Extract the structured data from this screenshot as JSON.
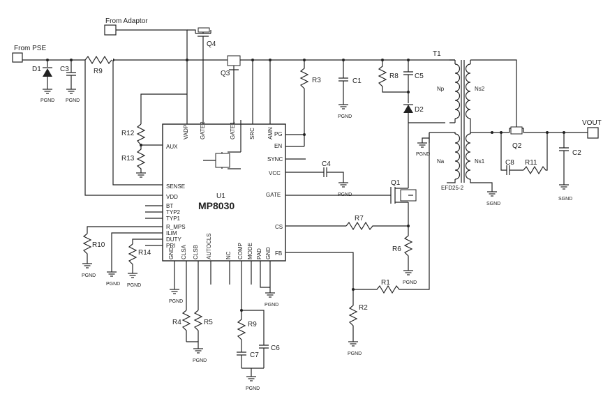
{
  "ports": {
    "from_pse": "From PSE",
    "from_adaptor": "From Adaptor",
    "vout": "VOUT"
  },
  "ic": {
    "ref": "U1",
    "part": "MP8030",
    "pins_top": [
      "VADP",
      "GATE2",
      "GATE1",
      "SRC",
      "AMN"
    ],
    "pins_right": [
      "PG",
      "EN",
      "SYNC",
      "VCC",
      "GATE",
      "CS",
      "FB"
    ],
    "pins_left": [
      "AUX",
      "SENSE",
      "VDD",
      "BT",
      "TYP2",
      "TYP1",
      "R_MPS",
      "ILIM",
      "DUTY",
      "PRI"
    ],
    "pins_bottom": [
      "GND",
      "CLSA",
      "CLSB",
      "AUTOCLS",
      "NC",
      "COMP",
      "MODE",
      "PAD",
      "GND"
    ]
  },
  "components": {
    "d1": "D1",
    "c3": "C3",
    "r9_top": "R9",
    "q4": "Q4",
    "q3": "Q3",
    "r12": "R12",
    "r13": "R13",
    "r3": "R3",
    "c1": "C1",
    "r8": "R8",
    "c5": "C5",
    "d2": "D2",
    "t1": "T1",
    "np": "Np",
    "na": "Na",
    "ns2": "Ns2",
    "ns1": "Ns1",
    "efd": "EFD25-2",
    "q2": "Q2",
    "c2": "C2",
    "c8": "C8",
    "r11": "R11",
    "c4": "C4",
    "q1": "Q1",
    "r7": "R7",
    "r6": "R6",
    "r1": "R1",
    "r2": "R2",
    "r10": "R10",
    "r14": "R14",
    "r4": "R4",
    "r5": "R5",
    "r9_bot": "R9",
    "c7": "C7",
    "c6": "C6"
  },
  "grounds": {
    "pgnd": "PGND",
    "sgnd": "SGND"
  }
}
